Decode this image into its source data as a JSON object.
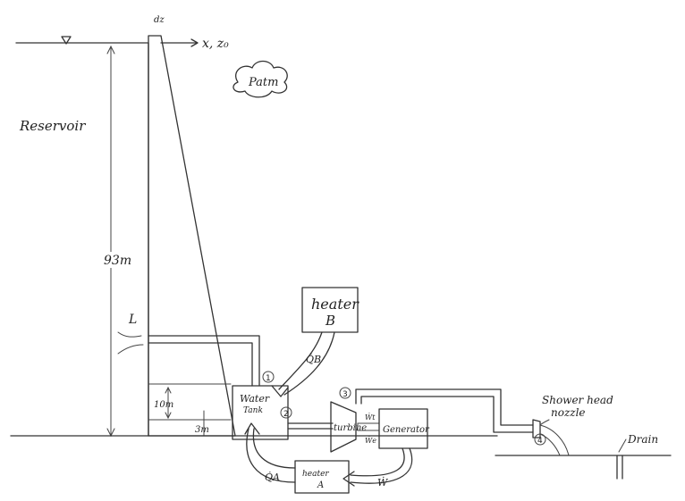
{
  "labels": {
    "dz": "dz",
    "axis": "x, z₀",
    "patm": "Patm",
    "reservoir": "Reservoir",
    "height_93": "93m",
    "height_10": "10m",
    "height_3": "3m",
    "heater_b_title": "heater",
    "heater_b_letter": "B",
    "heater_a_title": "heater",
    "heater_a_letter": "A",
    "qb": "Q̇B",
    "qa": "Q̇A",
    "water_tank_l1": "Water",
    "water_tank_l2": "Tank",
    "turbine": "turbine",
    "generator": "Generator",
    "wt": "Ẇt",
    "we": "Ẇe",
    "w_out": "Ẇ",
    "shower_l1": "Shower head",
    "shower_l2": "nozzle",
    "drain": "Drain",
    "pt1": "1",
    "pt2": "2",
    "pt3": "3",
    "pt4": "4",
    "inlet": "L"
  }
}
